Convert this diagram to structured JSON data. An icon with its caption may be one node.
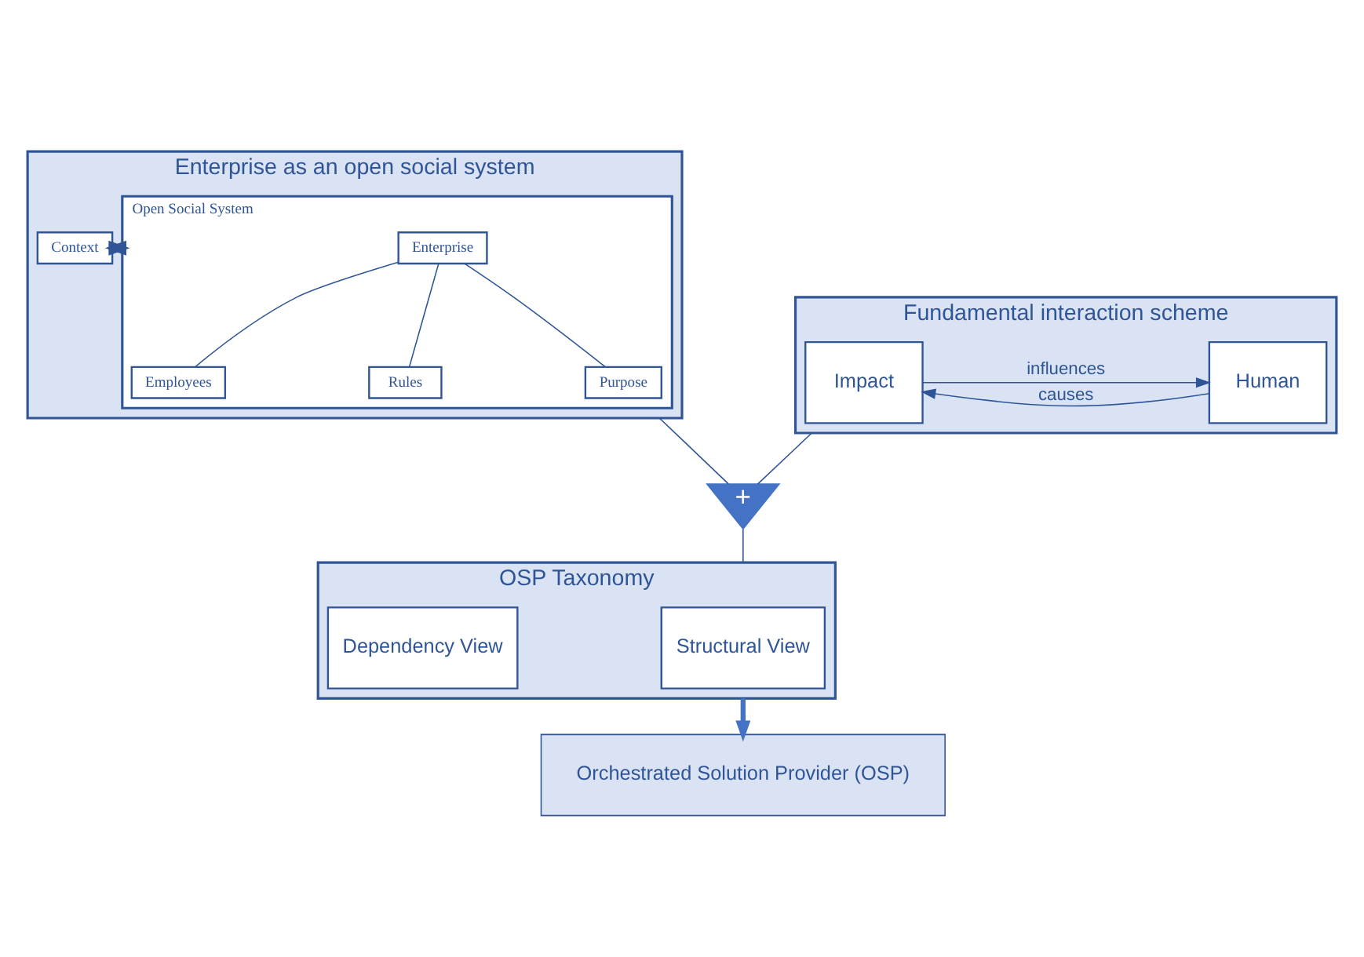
{
  "diagram": {
    "nodes": [
      {
        "text": [
          "Enterprise as an open social system"
        ]
      },
      {
        "text": [
          "Context"
        ],
        "in": 0
      },
      {
        "text": [
          "Open Social System"
        ],
        "in": 0
      },
      {
        "text": [
          "Enterprise"
        ],
        "in": 2
      },
      {
        "text": [
          "Employees"
        ],
        "in": 2
      },
      {
        "text": [
          "Rules"
        ],
        "in": 2
      },
      {
        "text": [
          "Purpose"
        ],
        "in": 2
      },
      {
        "text": [
          "Fundamental interaction scheme"
        ]
      },
      {
        "text": [
          "Human"
        ],
        "in": 7
      },
      {
        "text": [
          "Impact"
        ],
        "in": 7
      },
      {
        "text": [
          "+"
        ]
      },
      {
        "text": [
          "OSP Taxonomy"
        ]
      },
      {
        "text": [
          "Structural View"
        ],
        "in": 11
      },
      {
        "text": [
          "Dependency View"
        ],
        "in": 11
      },
      {
        "text": [
          "Orchestrated Solution Provider (OSP)"
        ]
      }
    ],
    "edges": [
      {
        "from": 1,
        "to": 2,
        "arrow": "both",
        "style": "thick"
      },
      {
        "from": 3,
        "to": 4,
        "arrow": "none"
      },
      {
        "from": 3,
        "to": 5,
        "arrow": "none"
      },
      {
        "from": 3,
        "to": 6,
        "arrow": "none"
      },
      {
        "from": 8,
        "to": 9,
        "arrow": "to",
        "label": "causes"
      },
      {
        "from": 9,
        "to": 8,
        "arrow": "to",
        "label": "influences"
      },
      {
        "from": 0,
        "to": 10,
        "arrow": "none"
      },
      {
        "from": 7,
        "to": 10,
        "arrow": "none"
      },
      {
        "from": 10,
        "to": 11,
        "arrow": "none"
      },
      {
        "from": 11,
        "to": 14,
        "arrow": "to",
        "style": "thick",
        "color": "#4472c4"
      }
    ]
  }
}
